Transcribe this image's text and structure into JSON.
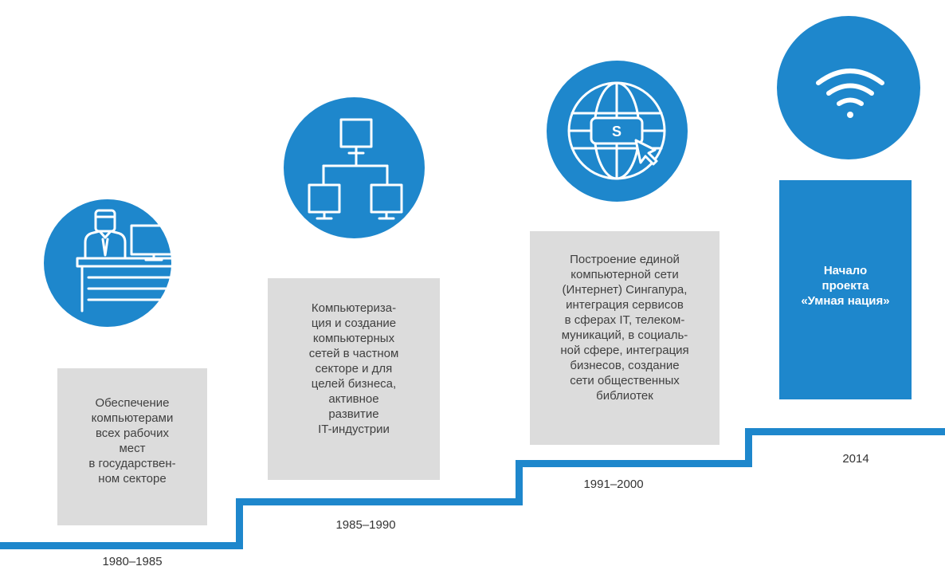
{
  "colors": {
    "accent": "#1e87cc",
    "box_gray": "#dcdcdc",
    "text": "#404040"
  },
  "stages": [
    {
      "icon": "office-worker-icon",
      "text": "Обеспечение\nкомпьютерами\nвсех рабочих\nмест\nв государствен-\nном секторе",
      "period": "1980–1985"
    },
    {
      "icon": "computer-network-icon",
      "text": "Компьютериза-\nция и создание\nкомпьютерных\nсетей в частном\nсекторе и для\nцелей бизнеса,\nактивное\nразвитие\nIT-индустрии",
      "period": "1985–1990"
    },
    {
      "icon": "globe-singapore-icon",
      "icon_letter": "S",
      "text": "Построение единой\nкомпьютерной сети\n(Интернет) Сингапура,\nинтеграция сервисов\nв сферах IT, телеком-\nмуникаций, в социаль-\nной сфере, интеграция\nбизнесов, создание\nсети общественных\nбиблиотек",
      "period": "1991–2000"
    },
    {
      "icon": "wifi-icon",
      "text": "Начало\nпроекта\n«Умная нация»",
      "period": "2014"
    }
  ]
}
